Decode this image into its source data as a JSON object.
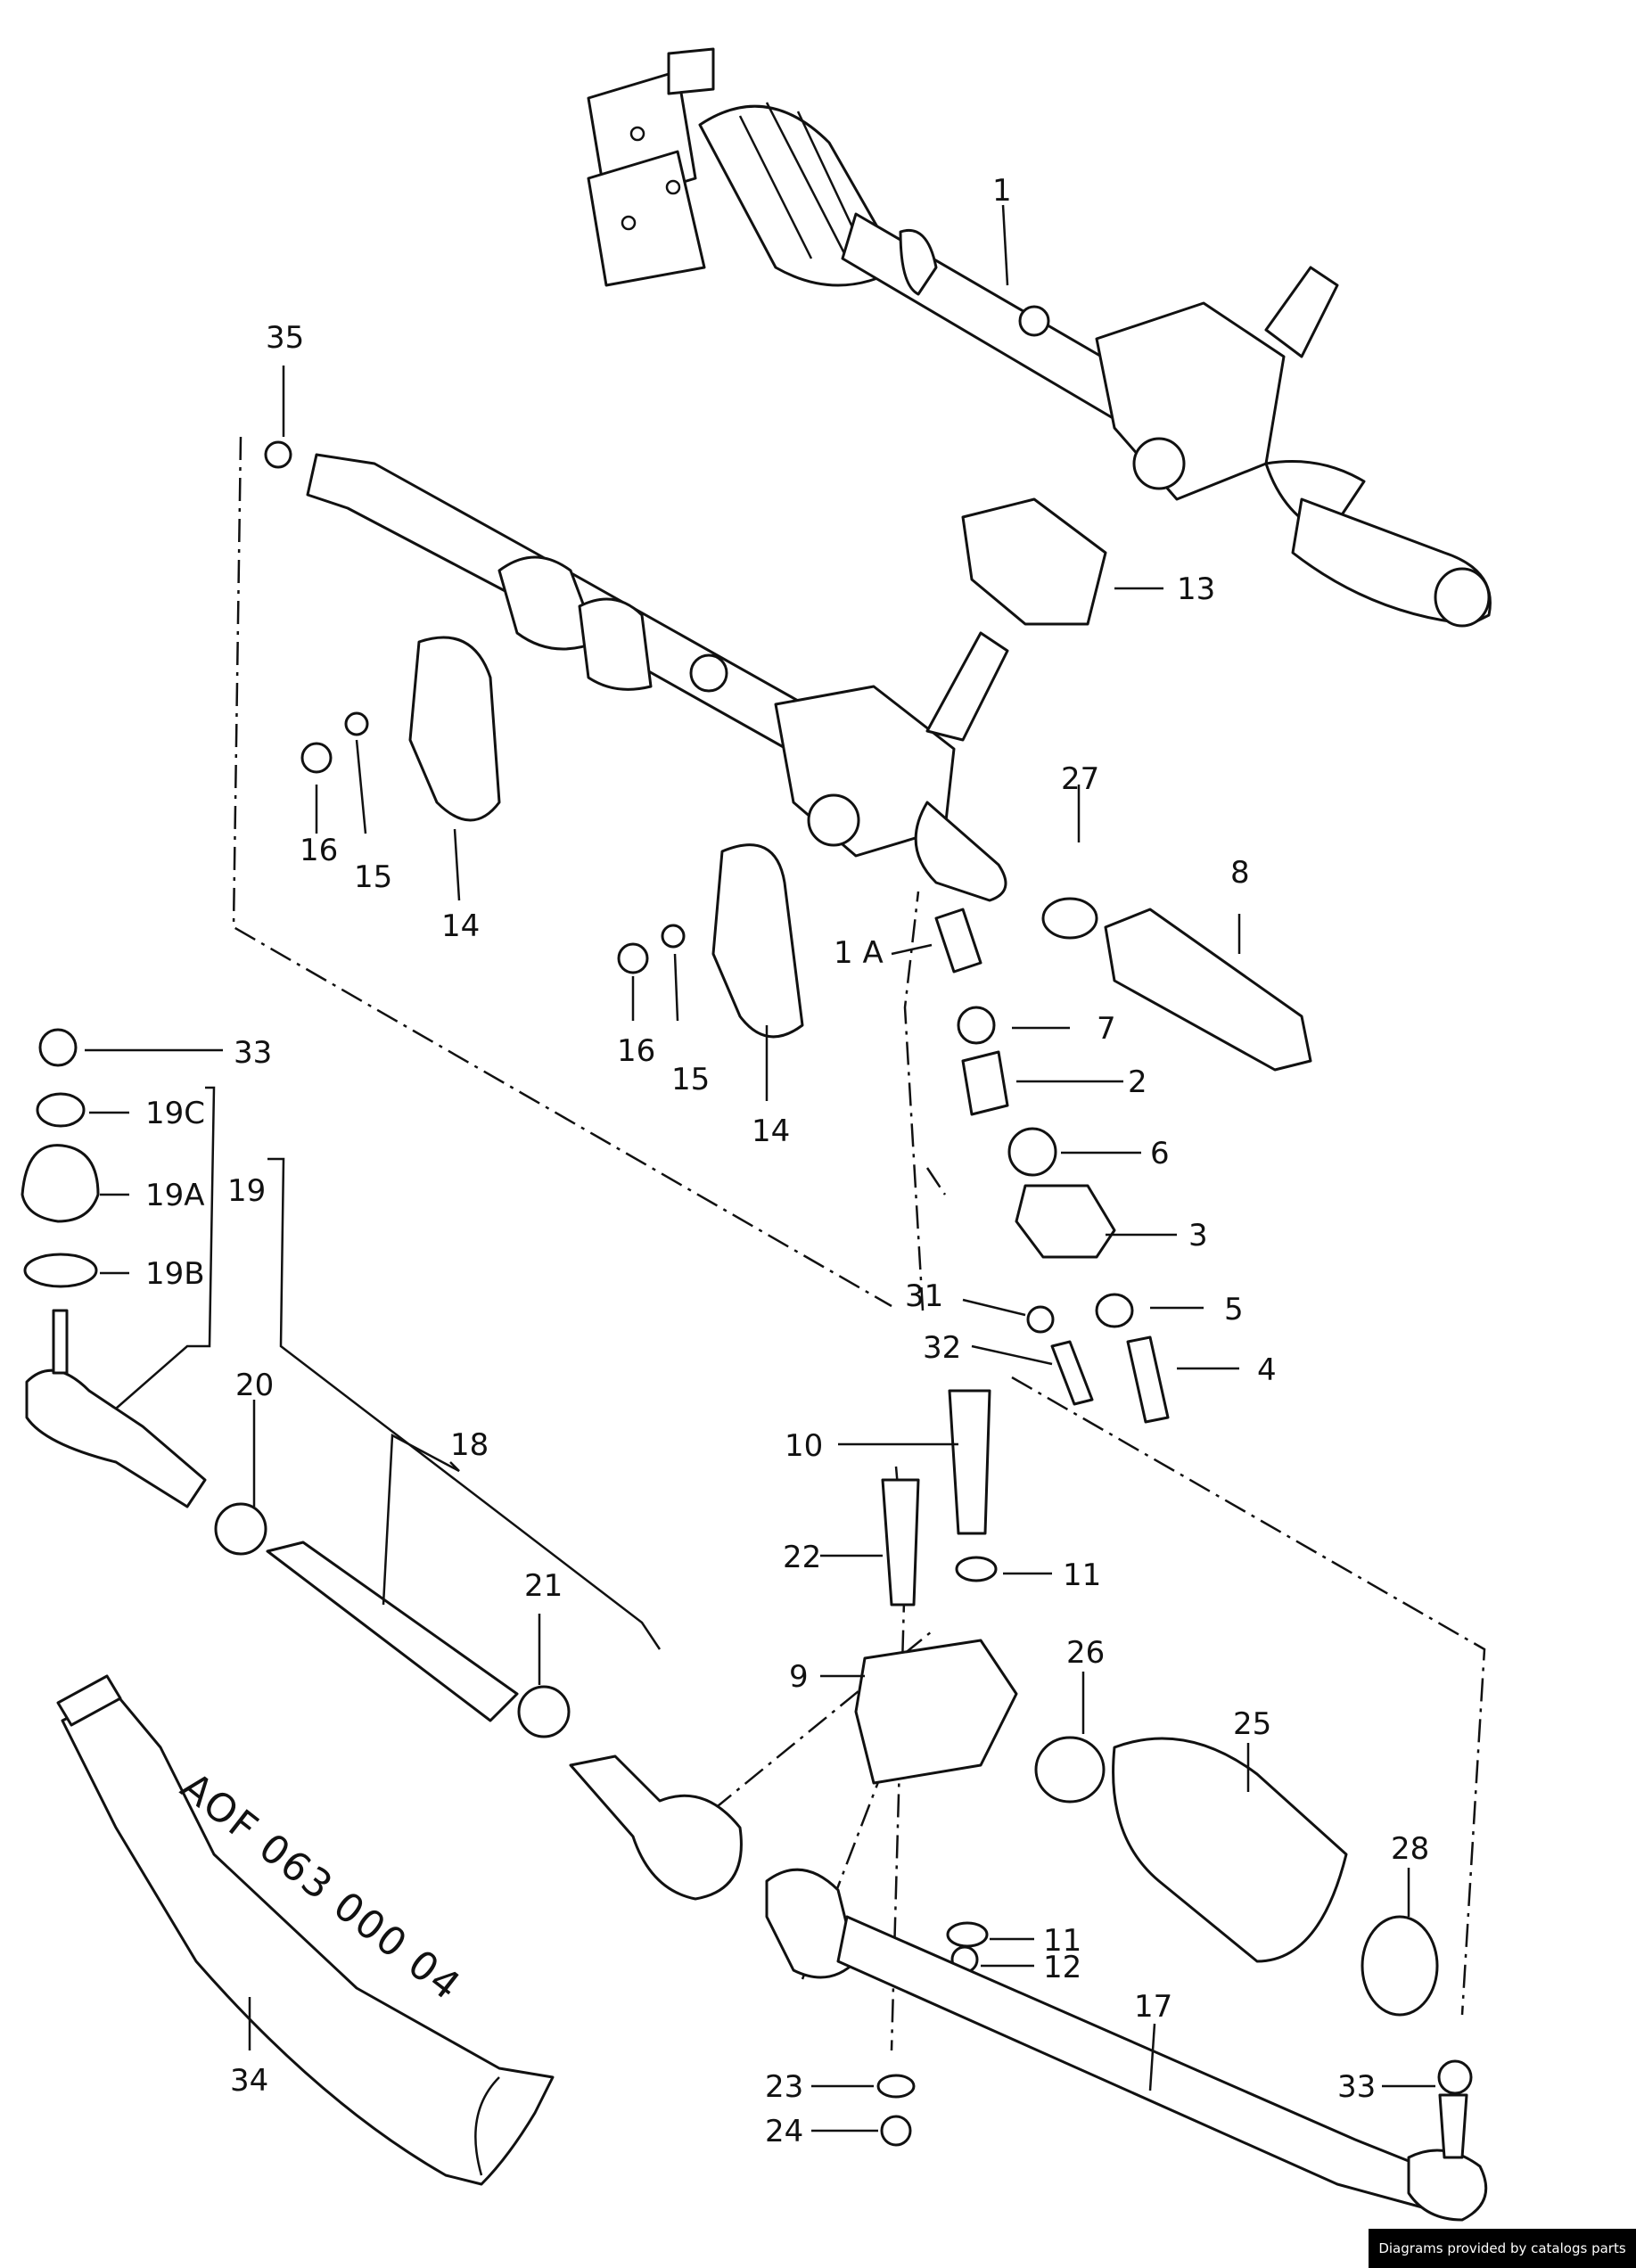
{
  "callouts": [
    {
      "id": "1",
      "label": "1"
    },
    {
      "id": "1a",
      "label": "1 A"
    },
    {
      "id": "2",
      "label": "2"
    },
    {
      "id": "3",
      "label": "3"
    },
    {
      "id": "4",
      "label": "4"
    },
    {
      "id": "5",
      "label": "5"
    },
    {
      "id": "6",
      "label": "6"
    },
    {
      "id": "7",
      "label": "7"
    },
    {
      "id": "8",
      "label": "8"
    },
    {
      "id": "9",
      "label": "9"
    },
    {
      "id": "10",
      "label": "10"
    },
    {
      "id": "11a",
      "label": "11"
    },
    {
      "id": "11b",
      "label": "11"
    },
    {
      "id": "12",
      "label": "12"
    },
    {
      "id": "13",
      "label": "13"
    },
    {
      "id": "14a",
      "label": "14"
    },
    {
      "id": "14b",
      "label": "14"
    },
    {
      "id": "15a",
      "label": "15"
    },
    {
      "id": "15b",
      "label": "15"
    },
    {
      "id": "16a",
      "label": "16"
    },
    {
      "id": "16b",
      "label": "16"
    },
    {
      "id": "17",
      "label": "17"
    },
    {
      "id": "18",
      "label": "18"
    },
    {
      "id": "19",
      "label": "19"
    },
    {
      "id": "19a",
      "label": "19A"
    },
    {
      "id": "19b",
      "label": "19B"
    },
    {
      "id": "19c",
      "label": "19C"
    },
    {
      "id": "20",
      "label": "20"
    },
    {
      "id": "21",
      "label": "21"
    },
    {
      "id": "22",
      "label": "22"
    },
    {
      "id": "23",
      "label": "23"
    },
    {
      "id": "24",
      "label": "24"
    },
    {
      "id": "25",
      "label": "25"
    },
    {
      "id": "26",
      "label": "26"
    },
    {
      "id": "27",
      "label": "27"
    },
    {
      "id": "28",
      "label": "28"
    },
    {
      "id": "31",
      "label": "31"
    },
    {
      "id": "32",
      "label": "32"
    },
    {
      "id": "33a",
      "label": "33"
    },
    {
      "id": "33b",
      "label": "33"
    },
    {
      "id": "34",
      "label": "34"
    },
    {
      "id": "35",
      "label": "35"
    }
  ],
  "grease_tube_marking": "AOF 063 000 04",
  "footer": "Diagrams provided by catalogs parts"
}
